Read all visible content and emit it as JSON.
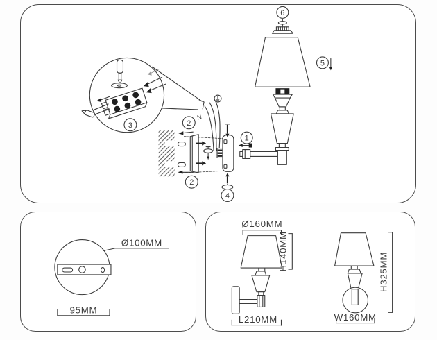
{
  "sheet": {
    "background": "#fdfdfd",
    "panel_border_color": "#4b4b4b",
    "line_color": "#3b3b3b"
  },
  "installation": {
    "steps": {
      "arm": "1",
      "bracket_screw_top": "2",
      "bracket_screw_bottom": "2",
      "terminal_detail": "3",
      "backplate_nut": "4",
      "shade": "5",
      "finial": "6"
    },
    "labels": {
      "neutral_wire": "N"
    },
    "icons": {
      "ground": "earth-ground-icon",
      "screwdriver": "screwdriver-icon"
    }
  },
  "backplate_dimensions": {
    "diameter": "Ø100MM",
    "mounting_width": "95MM"
  },
  "fixture_dimensions": {
    "shade_diameter": "Ø160MM",
    "shade_height": "H140MM",
    "projection_length": "L210MM",
    "fixture_width": "W160MM",
    "fixture_height": "H325MM"
  }
}
